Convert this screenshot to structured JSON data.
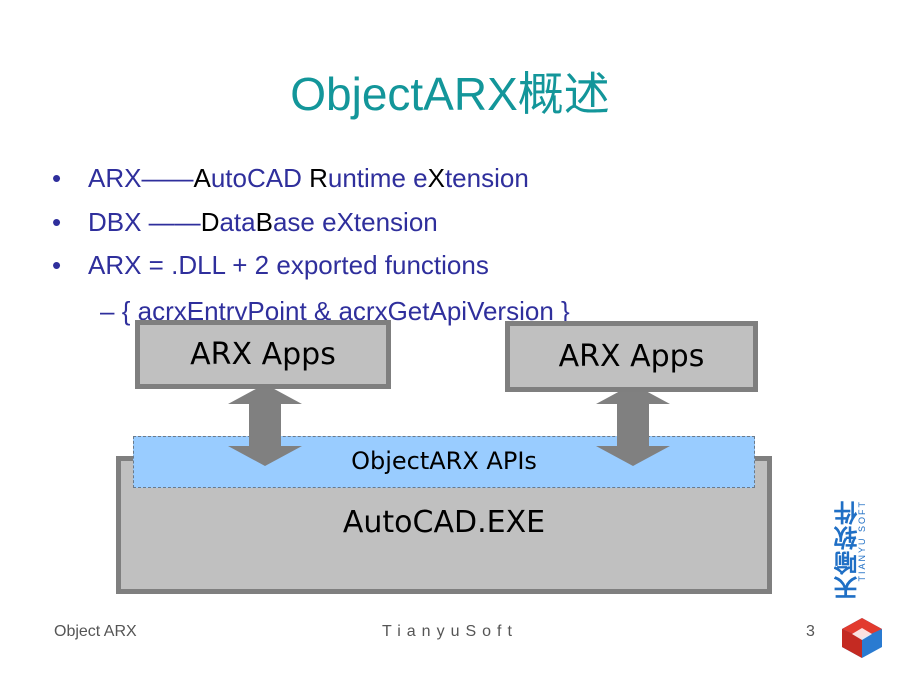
{
  "slide": {
    "title": "ObjectARX概述",
    "bullets": [
      {
        "bullet": "•",
        "parts": [
          {
            "text": "ARX——",
            "hl": false
          },
          {
            "text": "A",
            "hl": true
          },
          {
            "text": "utoCAD ",
            "hl": false
          },
          {
            "text": "R",
            "hl": true
          },
          {
            "text": "untime e",
            "hl": false
          },
          {
            "text": "X",
            "hl": true
          },
          {
            "text": "tension",
            "hl": false
          }
        ]
      },
      {
        "bullet": "•",
        "parts": [
          {
            "text": "DBX ——",
            "hl": false
          },
          {
            "text": "D",
            "hl": true
          },
          {
            "text": "ata",
            "hl": false
          },
          {
            "text": "B",
            "hl": true
          },
          {
            "text": "ase eXtension",
            "hl": false
          }
        ]
      },
      {
        "bullet": "•",
        "parts": [
          {
            "text": "ARX = .DLL + 2 exported functions",
            "hl": false
          }
        ]
      }
    ],
    "sub_bullet": {
      "dash": "–",
      "text": "{ acrxEntryPoint & acrxGetApiVersion }"
    }
  },
  "diagram": {
    "apps_left": "ARX Apps",
    "apps_right": "ARX Apps",
    "api_layer": "ObjectARX APIs",
    "host": "AutoCAD.EXE",
    "box_fill": "#c0c0c0",
    "box_border": "#7f7f7f",
    "api_fill": "#99ccff",
    "arrow_color": "#808080"
  },
  "footer": {
    "left": "Object ARX",
    "center": "TianyuSoft",
    "page": "3"
  },
  "logo": {
    "cn": "天喻软件",
    "en": "TIANYU SOFT"
  },
  "colors": {
    "title": "#13969a",
    "text": "#2f2f9c",
    "highlight": "#000000"
  }
}
